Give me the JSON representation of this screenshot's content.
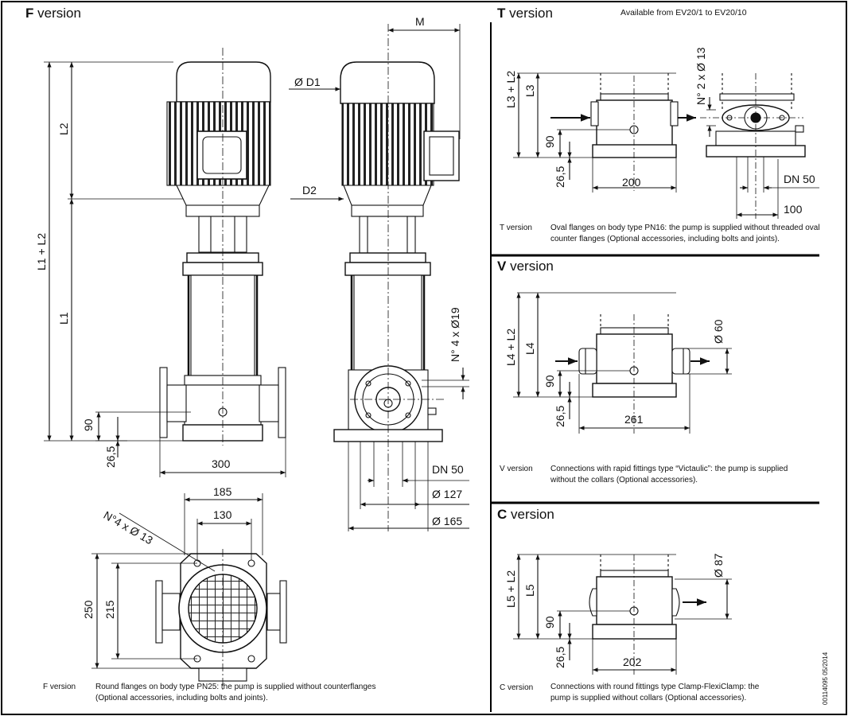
{
  "sections": {
    "f": {
      "letter": "F",
      "word": "version"
    },
    "t": {
      "letter": "T",
      "word": "version",
      "availability": "Available from EV20/1 to EV20/10"
    },
    "v": {
      "letter": "V",
      "word": "version"
    },
    "c": {
      "letter": "C",
      "word": "version"
    }
  },
  "f_dims": {
    "m": "M",
    "d1": "Ø D1",
    "d2": "D2",
    "l2": "L2",
    "l1_l2": "L1 + L2",
    "l1": "L1",
    "h90": "90",
    "h26_5": "26,5",
    "w300": "300",
    "holes_19": "N° 4 x Ø19",
    "dn50": "DN 50",
    "d127": "Ø 127",
    "d165": "Ø 165",
    "w185": "185",
    "w130": "130",
    "holes_13": "N°4 x Ø 13",
    "h250": "250",
    "h215": "215"
  },
  "t_dims": {
    "l3_l2": "L3 + L2",
    "l3": "L3",
    "holes": "N° 2 x Ø 13",
    "h90": "90",
    "h26_5": "26,5",
    "w200": "200",
    "dn50": "DN 50",
    "w100": "100"
  },
  "v_dims": {
    "l4_l2": "L4 + L2",
    "l4": "L4",
    "d60": "Ø 60",
    "h90": "90",
    "h26_5": "26,5",
    "w261": "261"
  },
  "c_dims": {
    "l5_l2": "L5 + L2",
    "l5": "L5",
    "d87": "Ø 87",
    "h90": "90",
    "h26_5": "26,5",
    "w202": "202"
  },
  "notes": {
    "f": {
      "label": "F version",
      "text": "Round flanges on body type PN25: the pump is supplied without counterflanges (Optional accessories, including bolts and joints)."
    },
    "t": {
      "label": "T version",
      "text": "Oval flanges on body type PN16: the pump is supplied without threaded oval counter flanges (Optional accessories, including bolts and joints)."
    },
    "v": {
      "label": "V version",
      "text": "Connections with rapid fittings type “Victaulic”: the pump is supplied without the collars (Optional accessories)."
    },
    "c": {
      "label": "C version",
      "text": "Connections with round fittings type Clamp-FlexiClamp: the pump is supplied without collars (Optional accessories)."
    }
  },
  "doc_code": "00114095  05/2014"
}
